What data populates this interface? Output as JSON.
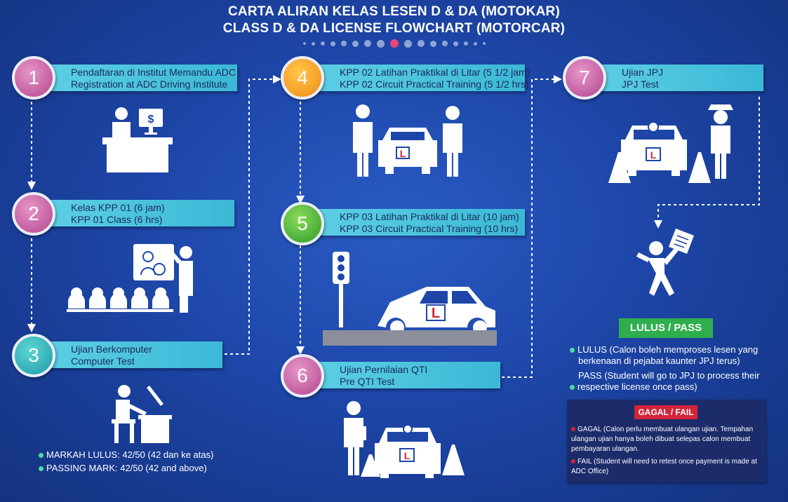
{
  "title_ms": "CARTA ALIRAN KELAS LESEN D & DA (MOTOKAR)",
  "title_en": "CLASS D & DA LICENSE FLOWCHART (MOTORCAR)",
  "steps": [
    {
      "num": "1",
      "line1": "Pendaftaran di Institut Memandu ADC",
      "line2": "Registration at ADC Driving Institute"
    },
    {
      "num": "2",
      "line1": "Kelas KPP 01 (6 jam)",
      "line2": "KPP 01 Class (6 hrs)"
    },
    {
      "num": "3",
      "line1": "Ujian Berkomputer",
      "line2": "Computer Test"
    },
    {
      "num": "4",
      "line1": "KPP 02 Latihan Praktikal di Litar (5 1/2 jam)",
      "line2": "KPP 02 Circuit Practical Training (5 1/2 hrs)"
    },
    {
      "num": "5",
      "line1": "KPP 03 Latihan Praktikal di Litar (10 jam)",
      "line2": "KPP 03 Circuit Practical Training (10 hrs)"
    },
    {
      "num": "6",
      "line1": "Ujian Pernilaian QTI",
      "line2": "Pre QTI Test"
    },
    {
      "num": "7",
      "line1": "Ujian JPJ",
      "line2": "JPJ Test"
    }
  ],
  "passing": {
    "ms": "MARKAH LULUS: 42/50 (42 dan ke atas)",
    "en": "PASSING MARK: 42/50 (42 and above)"
  },
  "l_plate": "L",
  "pass_badge": "LULUS / PASS",
  "pass_ms_1": "LULUS (Calon boleh memproses lesen yang",
  "pass_ms_2": "berkenaan di pejabat kaunter JPJ terus)",
  "pass_en_1": "PASS (Student will go to JPJ to process their",
  "pass_en_2": "respective license once pass)",
  "fail_badge": "GAGAL / FAIL",
  "fail_ms_1": "GAGAL (Calon perlu membuat ulangan ujian. Tempahan",
  "fail_ms_2": "ulangan ujian hanya boleh dibuat selepas calon membuat",
  "fail_ms_3": "pembayaran ulangan.",
  "fail_en_1": "FAIL (Student will need to retest once payment is made at",
  "fail_en_2": "ADC Office)",
  "colors": {
    "banner": "#4ec4de",
    "pass": "#2fae4d",
    "fail": "#d3243a",
    "active_dot": "#e8457c"
  }
}
